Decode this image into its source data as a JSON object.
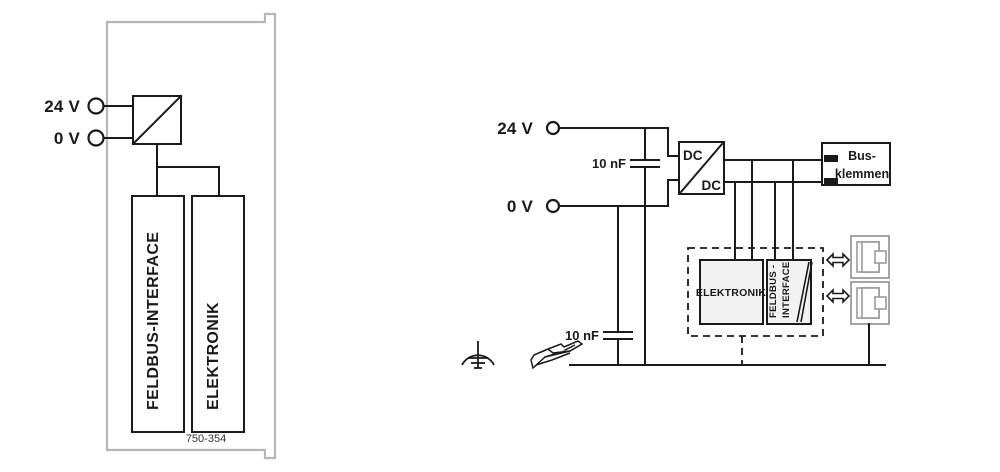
{
  "diagram": {
    "title": "WAGO 750-354 block diagram and internal circuit schematic",
    "colors": {
      "line": "#1a1a1a",
      "housing": "#b6b6b6",
      "fill_light": "#f2f2f2",
      "background": "#ffffff"
    },
    "left": {
      "name": "device-block-diagram",
      "part_number": "750-354",
      "terminals": [
        {
          "label": "24 V",
          "name": "terminal-24v"
        },
        {
          "label": "0 V",
          "name": "terminal-0v"
        }
      ],
      "blocks": [
        {
          "label": "FELDBUS-INTERFACE",
          "name": "block-feldbus-interface"
        },
        {
          "label": "ELEKTRONIK",
          "name": "block-elektronik"
        }
      ],
      "converter": {
        "label": "",
        "name": "dcdc-converter-symbol"
      }
    },
    "right": {
      "name": "internal-circuit-schematic",
      "terminals": [
        {
          "label": "24 V",
          "name": "terminal-24v"
        },
        {
          "label": "0 V",
          "name": "terminal-0v"
        }
      ],
      "capacitors": [
        {
          "label": "10 nF",
          "name": "capacitor-upper-10nf"
        },
        {
          "label": "10 nF",
          "name": "capacitor-lower-10nf"
        }
      ],
      "converter": {
        "name": "dcdc-converter",
        "label_top": "DC",
        "label_bottom": "DC"
      },
      "bus_module": {
        "name": "busklemmen-block",
        "line1": "Bus-",
        "line2": "klemmen"
      },
      "inner_blocks": [
        {
          "label": "ELEKTRONIK",
          "name": "block-elektronik"
        },
        {
          "label": "FELDBUS -",
          "label2": "INTERFACE",
          "name": "block-feldbus-interface"
        }
      ],
      "ports": [
        {
          "name": "rj45-port-1"
        },
        {
          "name": "rj45-port-2"
        }
      ],
      "ground": {
        "name": "earth-ground-symbol"
      },
      "din_rail": {
        "name": "din-rail-symbol"
      }
    }
  }
}
